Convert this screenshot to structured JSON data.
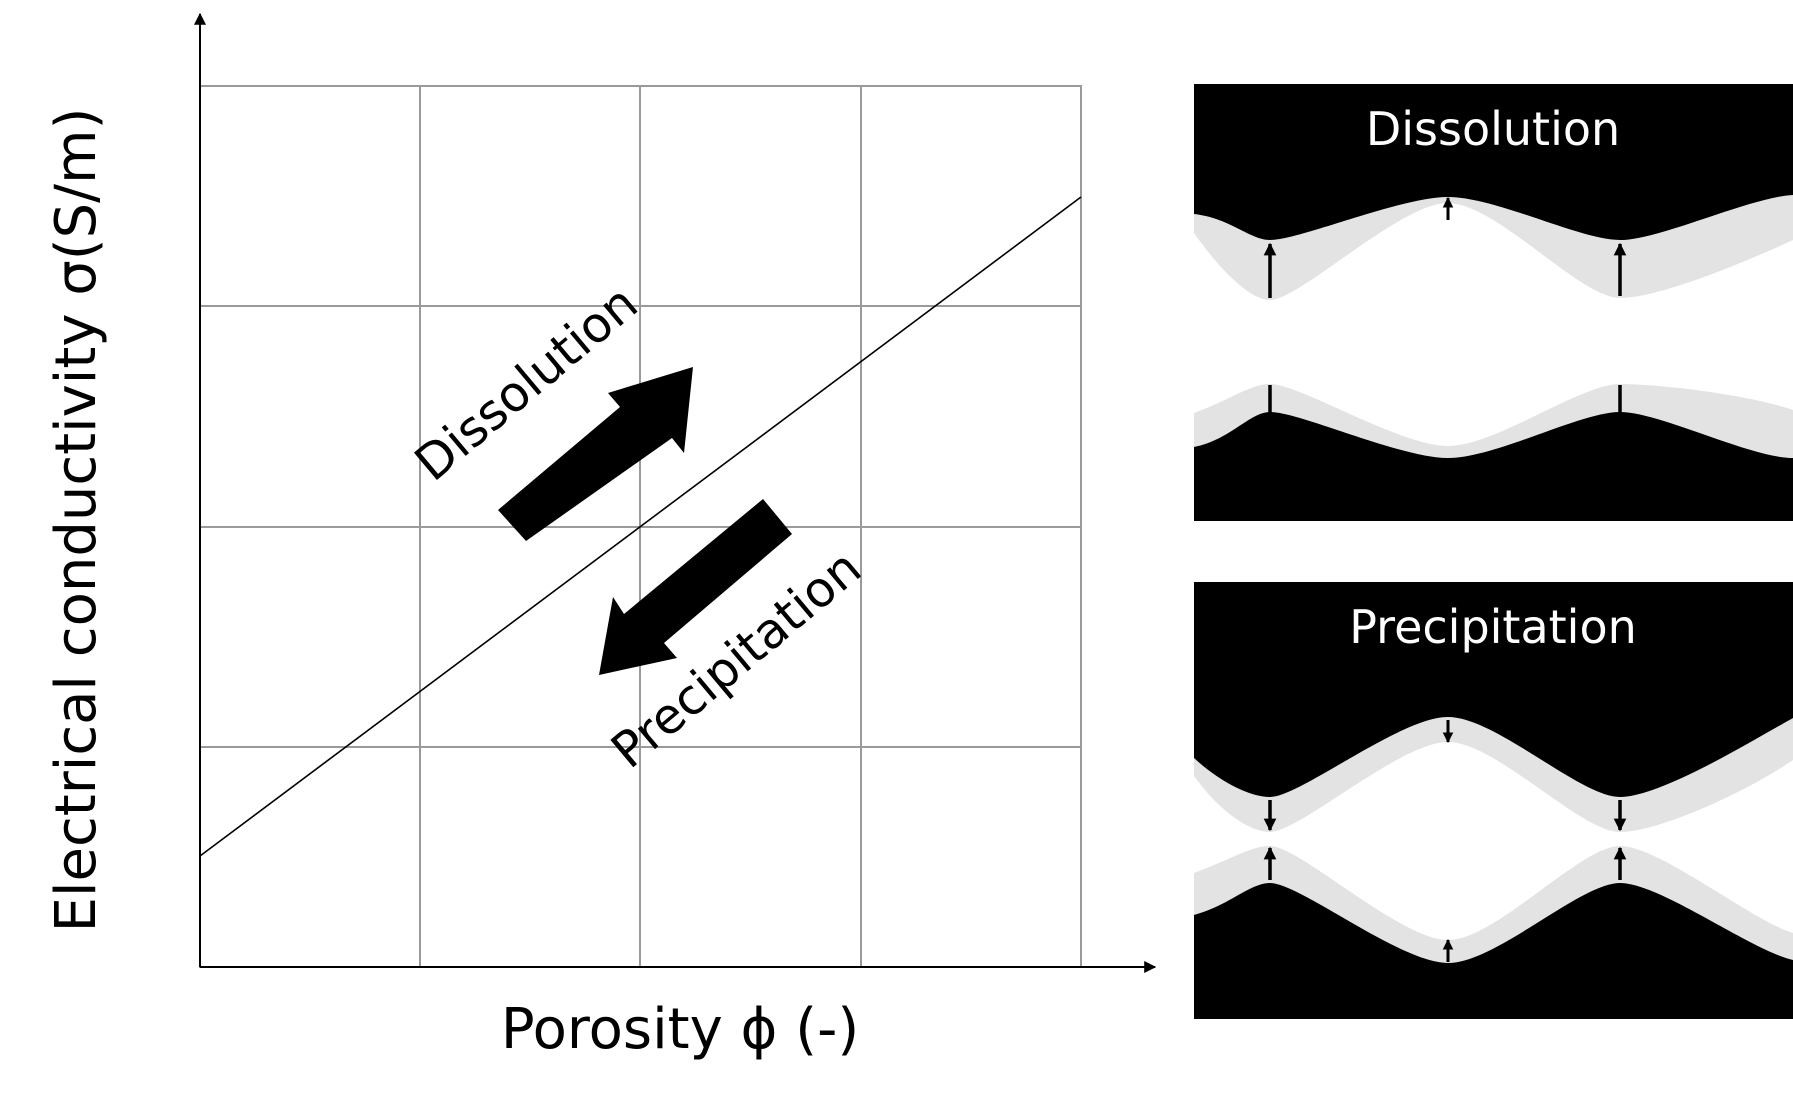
{
  "plot": {
    "y_axis_label": "Electrical conductivity σ(S/m)",
    "x_axis_label": "Porosity ϕ (-)",
    "arrow_up_label": "Dissolution",
    "arrow_down_label": "Precipitation"
  },
  "panels": {
    "top_title": "Dissolution",
    "bottom_title": "Precipitation"
  },
  "colors": {
    "mineral": "#000000",
    "change_zone": "#e3e3e3",
    "grid": "#9a9a9a",
    "background": "#ffffff"
  }
}
